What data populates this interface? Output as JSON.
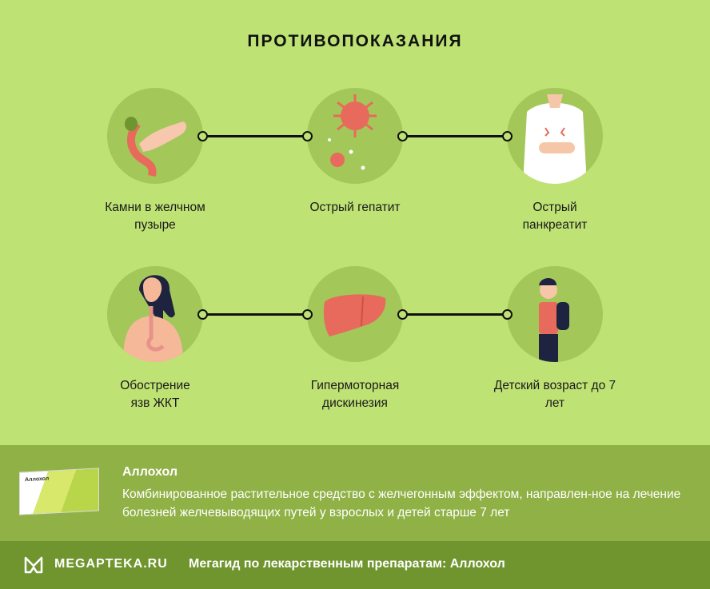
{
  "title": "ПРОТИВОПОКАЗАНИЯ",
  "items": [
    {
      "label": "Камни в желчном пузыре",
      "icon": "gallbladder-pancreas-icon"
    },
    {
      "label": "Острый гепатит",
      "icon": "virus-icon"
    },
    {
      "label": "Острый панкреатит",
      "icon": "abdominal-pain-icon"
    },
    {
      "label": "Обострение язв ЖКТ",
      "icon": "digestive-tract-icon"
    },
    {
      "label": "Гипермоторная дискинезия",
      "icon": "liver-icon"
    },
    {
      "label": "Детский возраст до 7 лет",
      "icon": "child-icon"
    }
  ],
  "product": {
    "name": "Аллохол",
    "description": "Комбинированное растительное средство с желчегонным эффектом, направлен-ное на лечение болезней желчевыводящих путей у взрослых и детей старше 7 лет",
    "box_label": "Аллохол"
  },
  "footer": {
    "brand": "MEGAPTEKA.RU",
    "guide": "Мегагид по лекарственным препаратам: Аллохол"
  },
  "colors": {
    "background": "#bfe275",
    "circle": "#a3c758",
    "band": "#8fb146",
    "footer": "#70952f",
    "accent": "#e86a5c"
  }
}
